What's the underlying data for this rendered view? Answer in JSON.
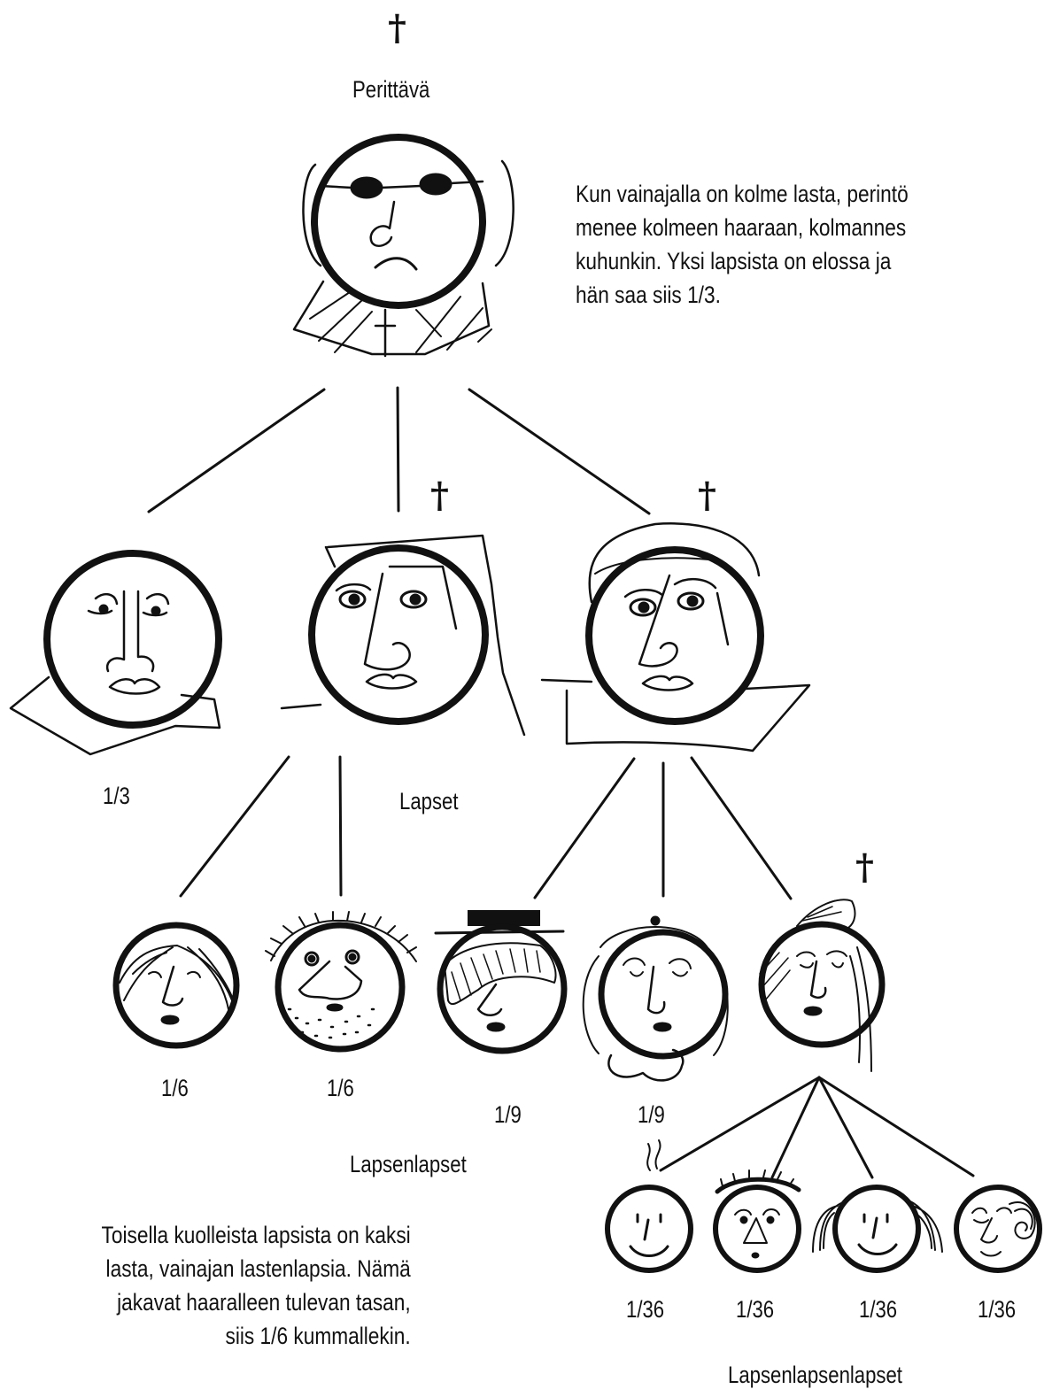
{
  "deceased_mark": "†",
  "labels": {
    "testator": "Perittävä",
    "children": "Lapset",
    "grandchildren": "Lapsenlapset",
    "great_grandchildren": "Lapsenlapsenlapset"
  },
  "explanations": {
    "top": [
      "Kun vainajalla on kolme lasta, perintö",
      "menee kolmeen haaraan, kolmannes",
      "kuhunkin. Yksi lapsista on elossa ja",
      "hän saa siis 1/3."
    ],
    "bottom": [
      "Toisella kuolleista lapsista on kaksi",
      "lasta, vainajan lastenlapsia. Nämä",
      "jakavat haaralleen tulevan tasan,",
      "siis 1/6 kummallekin."
    ]
  },
  "shares": {
    "child_alive": "1/3",
    "grandchild_1": "1/6",
    "grandchild_2": "1/6",
    "grandchild_3": "1/9",
    "grandchild_4": "1/9",
    "great_grandchild_1": "1/36",
    "great_grandchild_2": "1/36",
    "great_grandchild_3": "1/36",
    "great_grandchild_4": "1/36"
  }
}
